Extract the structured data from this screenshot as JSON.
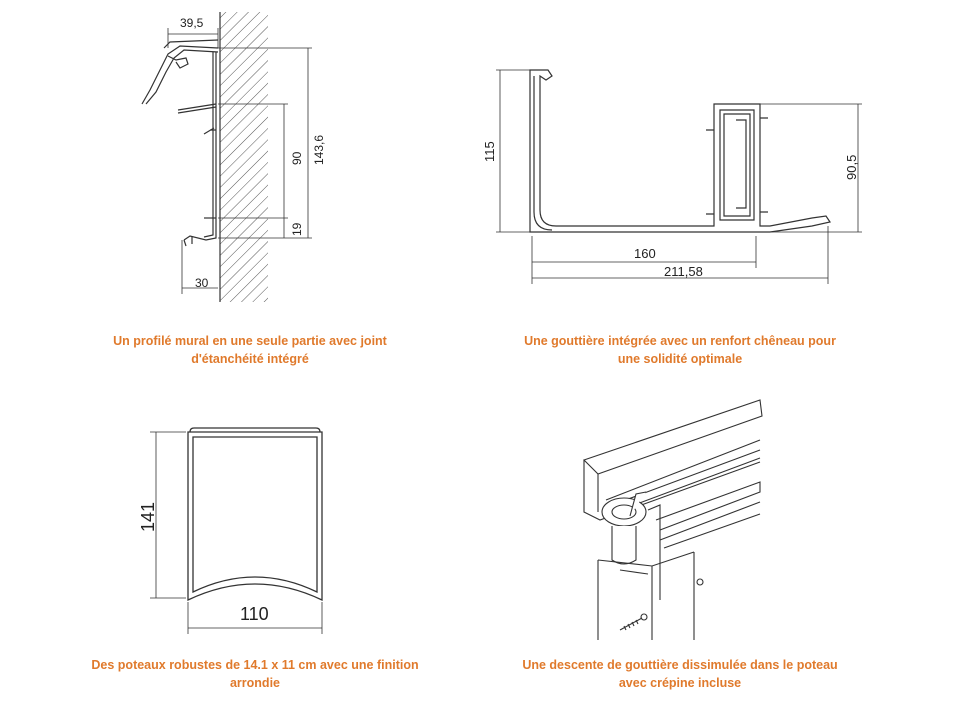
{
  "panels": [
    {
      "dimensions": {
        "top_width": "39,5",
        "height_total": "143,6",
        "height_mid": "90",
        "height_low": "19",
        "bottom_width": "30"
      },
      "caption": {
        "line1": "Un profilé mural en une seule partie avec joint",
        "line2": "d'étanchéité intégré"
      }
    },
    {
      "dimensions": {
        "height_left": "115",
        "height_right": "90,5",
        "width_inner": "160",
        "width_total": "211,58"
      },
      "caption": {
        "line1": "Une gouttière intégrée avec un renfort chêneau pour",
        "line2": "une solidité optimale"
      }
    },
    {
      "dimensions": {
        "height": "141",
        "width": "110"
      },
      "caption": {
        "line1": "Des poteaux robustes de 14.1 x 11 cm avec une finition",
        "line2": "arrondie"
      }
    },
    {
      "caption": {
        "line1": "Une descente de gouttière dissimulée dans le poteau",
        "line2": "avec crépine incluse"
      }
    }
  ],
  "colors": {
    "caption": "#e07a2c",
    "line": "#333333"
  }
}
